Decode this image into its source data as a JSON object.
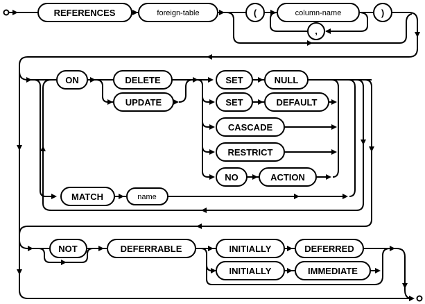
{
  "diagram": {
    "type": "railroad-syntax-diagram",
    "colors": {
      "line": "#000000",
      "text": "#000000",
      "background": "#ffffff"
    },
    "keywords": {
      "references": "REFERENCES",
      "on": "ON",
      "delete": "DELETE",
      "update": "UPDATE",
      "set": "SET",
      "null": "NULL",
      "default": "DEFAULT",
      "cascade": "CASCADE",
      "restrict": "RESTRICT",
      "no": "NO",
      "action": "ACTION",
      "match": "MATCH",
      "not": "NOT",
      "deferrable": "DEFERRABLE",
      "initially": "INITIALLY",
      "deferred": "DEFERRED",
      "immediate": "IMMEDIATE"
    },
    "nonterminals": {
      "foreign_table": "foreign-table",
      "column_name": "column-name",
      "name": "name"
    },
    "punctuation": {
      "open_paren": "(",
      "comma": ",",
      "close_paren": ")"
    }
  }
}
